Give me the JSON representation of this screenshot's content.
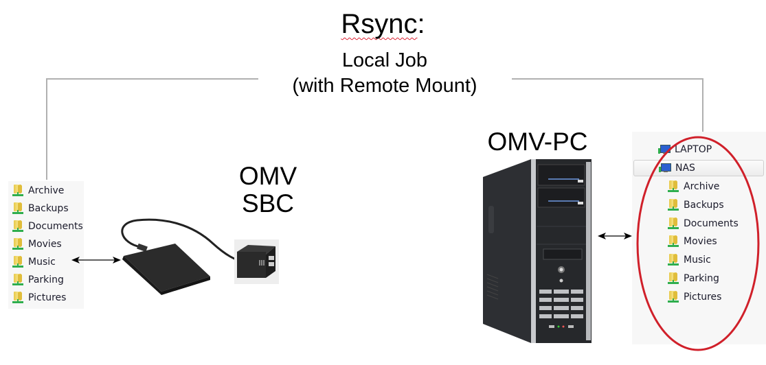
{
  "title": {
    "main": "Rsync",
    "suffix": ":"
  },
  "subtitle": {
    "line1": "Local Job",
    "line2": "(with Remote Mount)"
  },
  "devices": {
    "sbc": {
      "line1": "OMV",
      "line2": "SBC",
      "drive_icon": "external-hard-drive-icon",
      "sbc_icon": "single-board-computer-icon"
    },
    "pc": {
      "label": "OMV-PC",
      "icon": "desktop-tower-pc-icon"
    }
  },
  "left_folders": {
    "items": [
      "Archive",
      "Backups",
      "Documents",
      "Movies",
      "Music",
      "Parking",
      "Pictures"
    ],
    "icon": "shared-folder-icon"
  },
  "right_panel": {
    "hosts": [
      {
        "name": "LAPTOP",
        "icon": "network-computer-icon"
      },
      {
        "name": "NAS",
        "icon": "network-computer-icon",
        "selected": true
      }
    ],
    "folders": [
      "Archive",
      "Backups",
      "Documents",
      "Movies",
      "Music",
      "Parking",
      "Pictures"
    ],
    "highlight_color": "#d0202a"
  },
  "connectors": {
    "arrow_type": "bidirectional",
    "line_color": "#b0b0b0"
  }
}
